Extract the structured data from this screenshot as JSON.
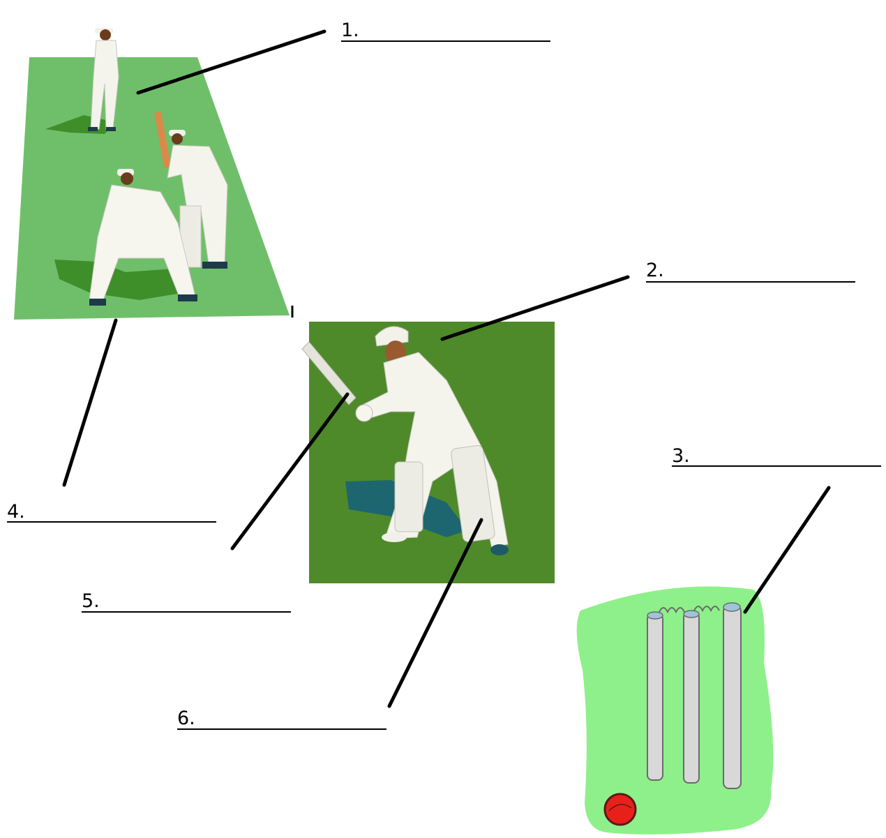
{
  "labels": [
    {
      "number": "1."
    },
    {
      "number": "2."
    },
    {
      "number": "3."
    },
    {
      "number": "4."
    },
    {
      "number": "5."
    },
    {
      "number": "6."
    }
  ],
  "colors": {
    "field_light": "#6fbf6a",
    "batter_background": "#4f8a2a",
    "wicket_pad": "#8ef08a",
    "ball": "#e8201a",
    "shadow": "#3e8f2a",
    "leader_line": "#000000"
  }
}
